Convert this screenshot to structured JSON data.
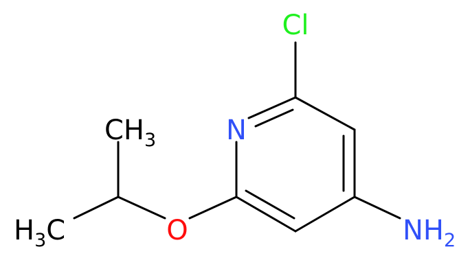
{
  "colors": {
    "bond": "#000000",
    "carbon_label": "#000000",
    "nitrogen": "#3050F8",
    "oxygen": "#FF0D0D",
    "chlorine": "#1FF01F"
  },
  "atoms": {
    "cl": "Cl",
    "n_ring": "N",
    "o": "O",
    "nh2": {
      "main": "NH",
      "sub": "2"
    },
    "ch3_top": {
      "main": "CH",
      "sub": "3"
    },
    "h3c_bottom": {
      "h": "H",
      "sub": "3",
      "c": "C"
    }
  },
  "bond_types": [
    "C2-Cl single",
    "N1-C2 double",
    "C2-C3 single",
    "C3-C4 double",
    "C4-C5 single",
    "C5-C6 double",
    "C6-N1 single",
    "C4-N amine single",
    "C6-O single",
    "O-CH single",
    "CH-CH3 single",
    "CH-CH3 single"
  ]
}
